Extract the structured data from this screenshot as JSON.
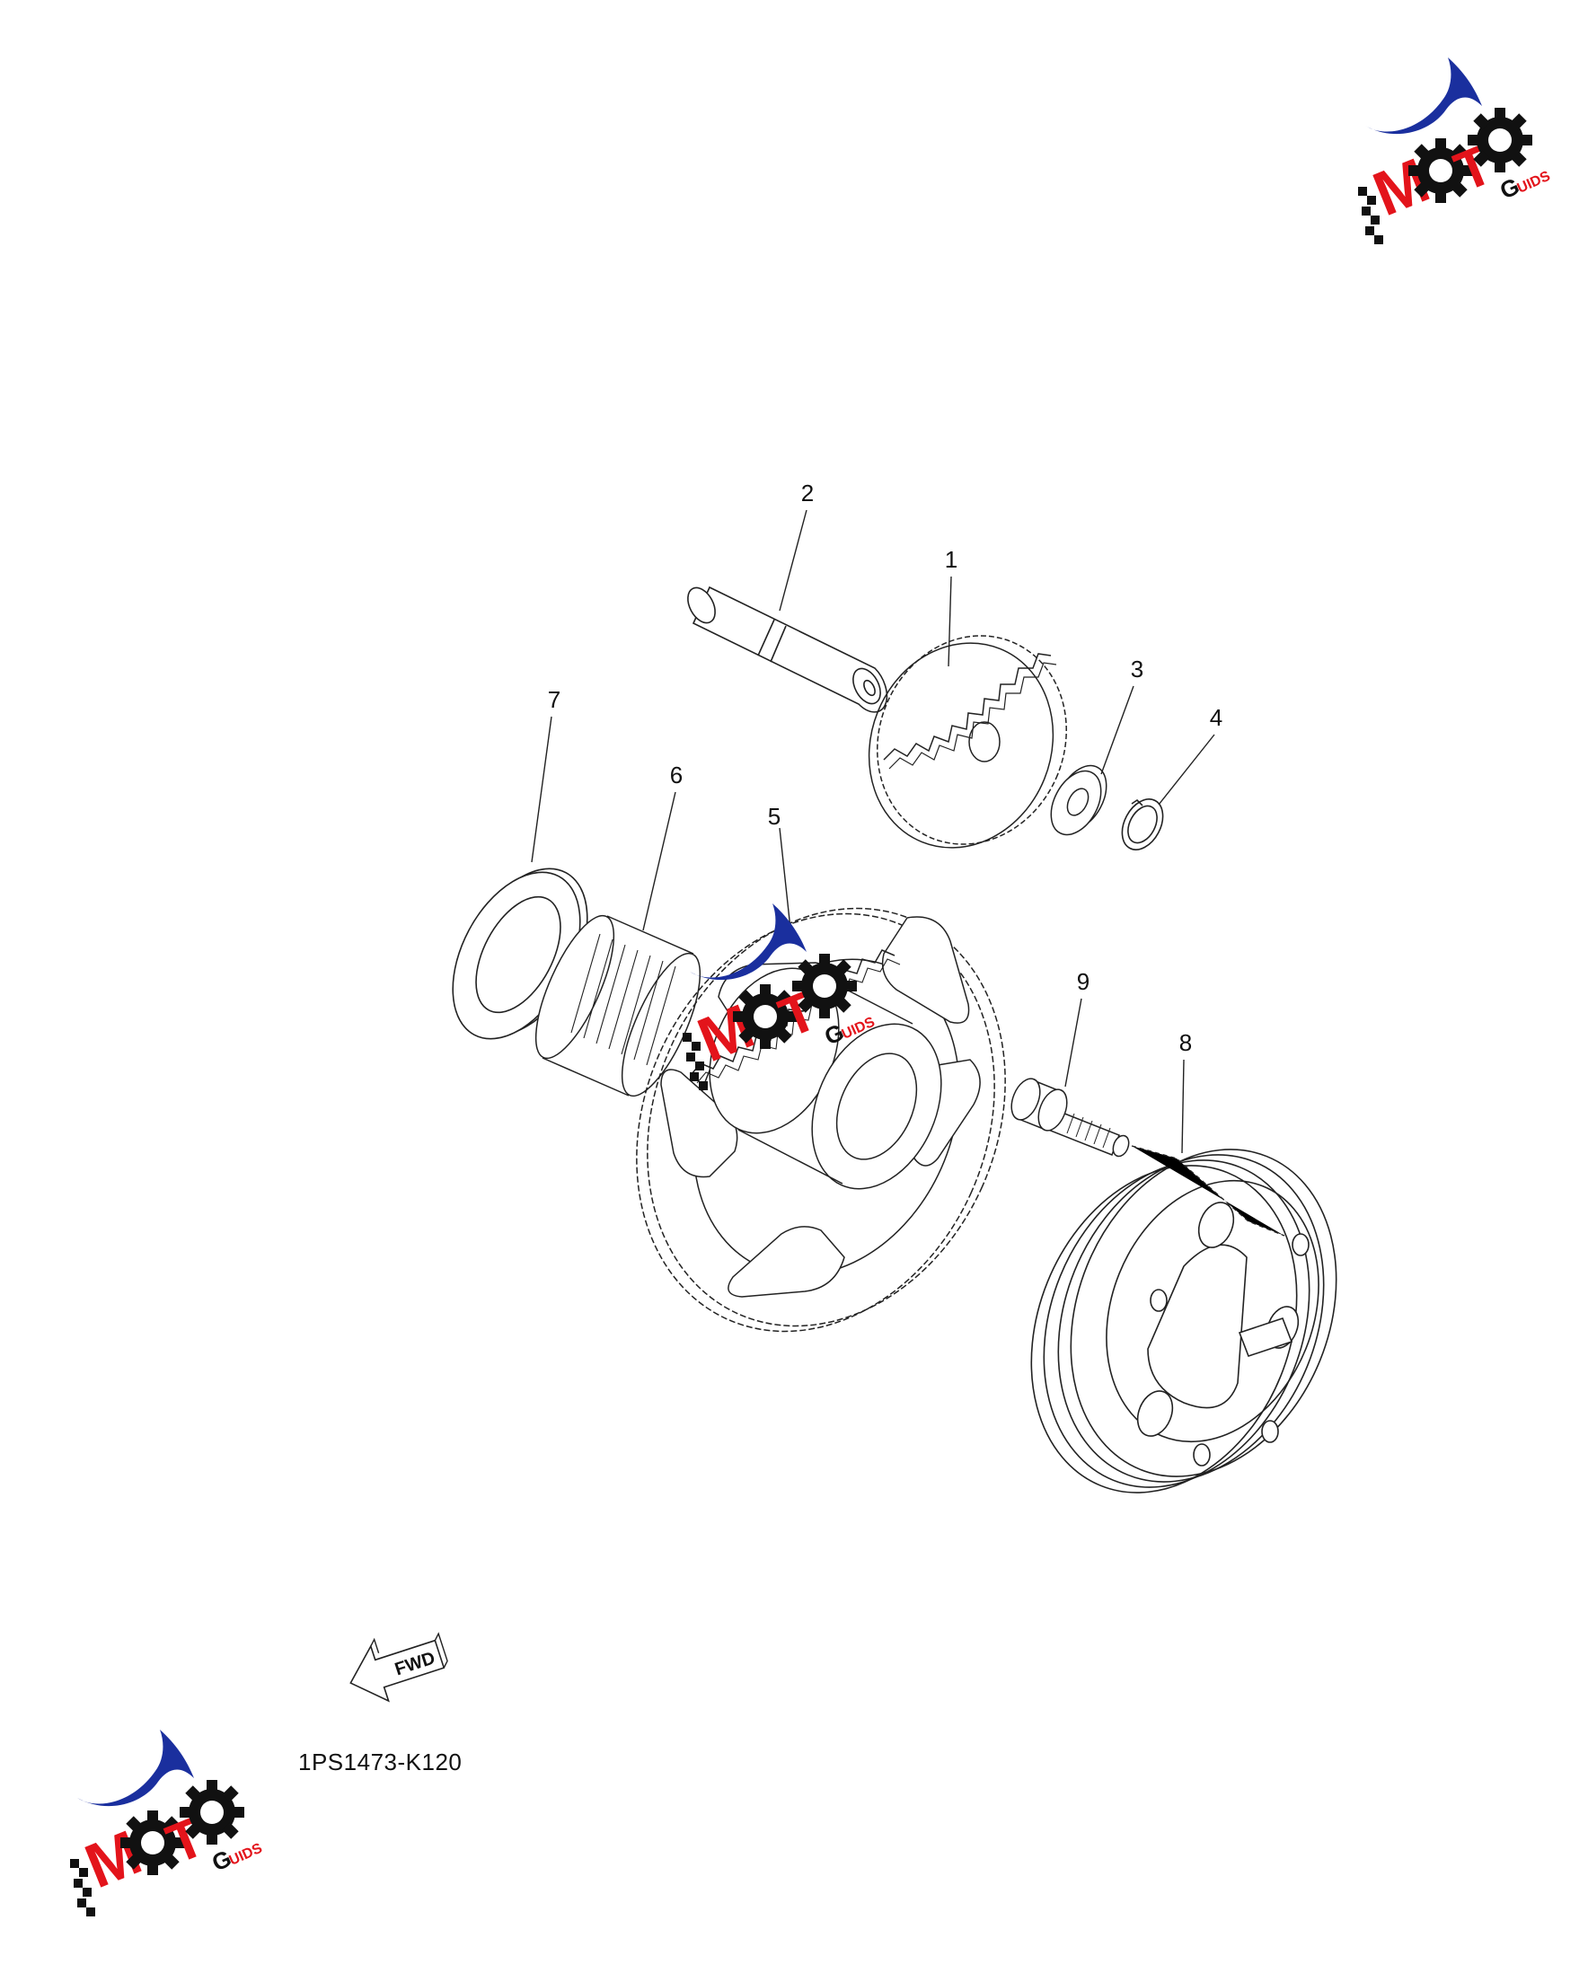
{
  "diagram": {
    "part_labels": [
      "1",
      "2",
      "3",
      "4",
      "5",
      "6",
      "7",
      "8",
      "9"
    ],
    "fwd_label": "FWD",
    "drawing_code": "1PS1473-K120"
  },
  "watermark": {
    "brand_text": "MOTO",
    "suffix_text": "GUIDS",
    "brand_color": "#e3141b",
    "accent_color": "#1a2f9e",
    "ink_color": "#111111"
  }
}
